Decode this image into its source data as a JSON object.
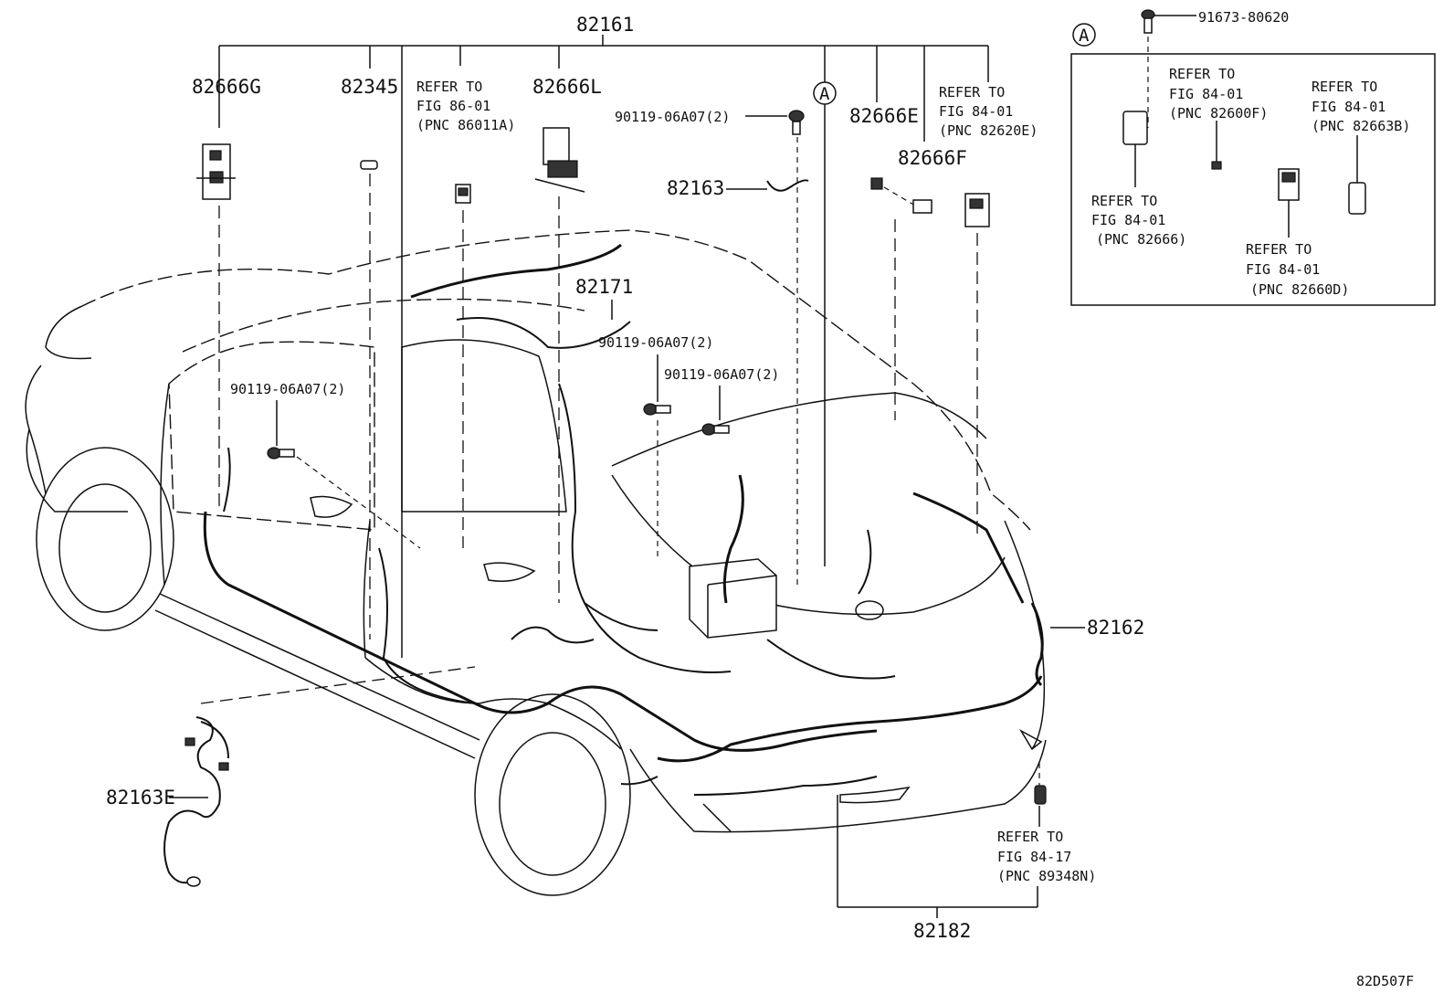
{
  "diagram": {
    "parts": {
      "main_harness": "82161",
      "p82666G": "82666G",
      "p82345": "82345",
      "p82666L": "82666L",
      "p82666E": "82666E",
      "p82666F": "82666F",
      "p82163": "82163",
      "p82171": "82171",
      "p82162": "82162",
      "p82163E": "82163E",
      "p82182": "82182"
    },
    "bolts": {
      "bolt_top": "90119-06A07(2)",
      "bolt_mid1": "90119-06A07(2)",
      "bolt_mid2": "90119-06A07(2)",
      "bolt_left": "90119-06A07(2)",
      "bolt_inset": "91673-80620"
    },
    "refer_notes": {
      "fig86": [
        "REFER TO",
        "FIG 86-01",
        "(PNC 86011A)"
      ],
      "fig84_82620E": [
        "REFER TO",
        "FIG 84-01",
        "(PNC 82620E)"
      ],
      "fig84_82600F": [
        "REFER TO",
        "FIG 84-01",
        "(PNC 82600F)"
      ],
      "fig84_82663B": [
        "REFER TO",
        "FIG 84-01",
        "(PNC 82663B)"
      ],
      "fig84_82666": [
        "REFER TO",
        "FIG 84-01",
        "(PNC 82666)"
      ],
      "fig84_82660D": [
        "REFER TO",
        "FIG 84-01",
        "(PNC 82660D)"
      ],
      "fig84_17": [
        "REFER TO",
        "FIG 84-17",
        "(PNC 89348N)"
      ]
    },
    "callouts": {
      "a_main": "A",
      "a_inset": "A"
    },
    "figure_code": "82D507F"
  }
}
